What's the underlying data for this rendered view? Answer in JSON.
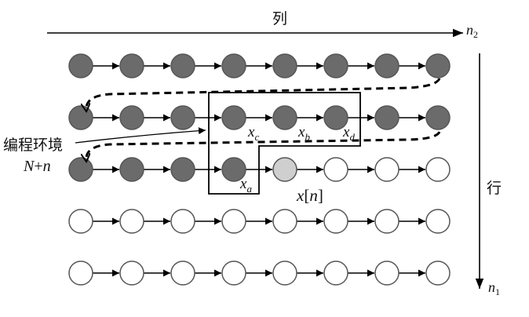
{
  "labels": {
    "column_axis": "列",
    "row_axis": "行",
    "n2": "n",
    "n2_sub": "2",
    "n1": "n",
    "n1_sub": "1",
    "context_line1": "编程环境",
    "context_N": "N",
    "context_plus": "+",
    "context_n": "n",
    "xc": "x",
    "xc_sub": "c",
    "xb": "x",
    "xb_sub": "b",
    "xd": "x",
    "xd_sub": "d",
    "xa": "x",
    "xa_sub": "a",
    "xn_x": "x",
    "xn_open": "[",
    "xn_n": "n",
    "xn_close": "]"
  },
  "grid": {
    "rows": 5,
    "cols": 8,
    "coded_rows": 2,
    "coded_in_current_row": 4,
    "current_index": 4
  },
  "colors": {
    "coded": "#6b6b6b",
    "current": "#cfcfcf",
    "uncoded": "#ffffff",
    "stroke": "#555555",
    "line": "#000000"
  }
}
